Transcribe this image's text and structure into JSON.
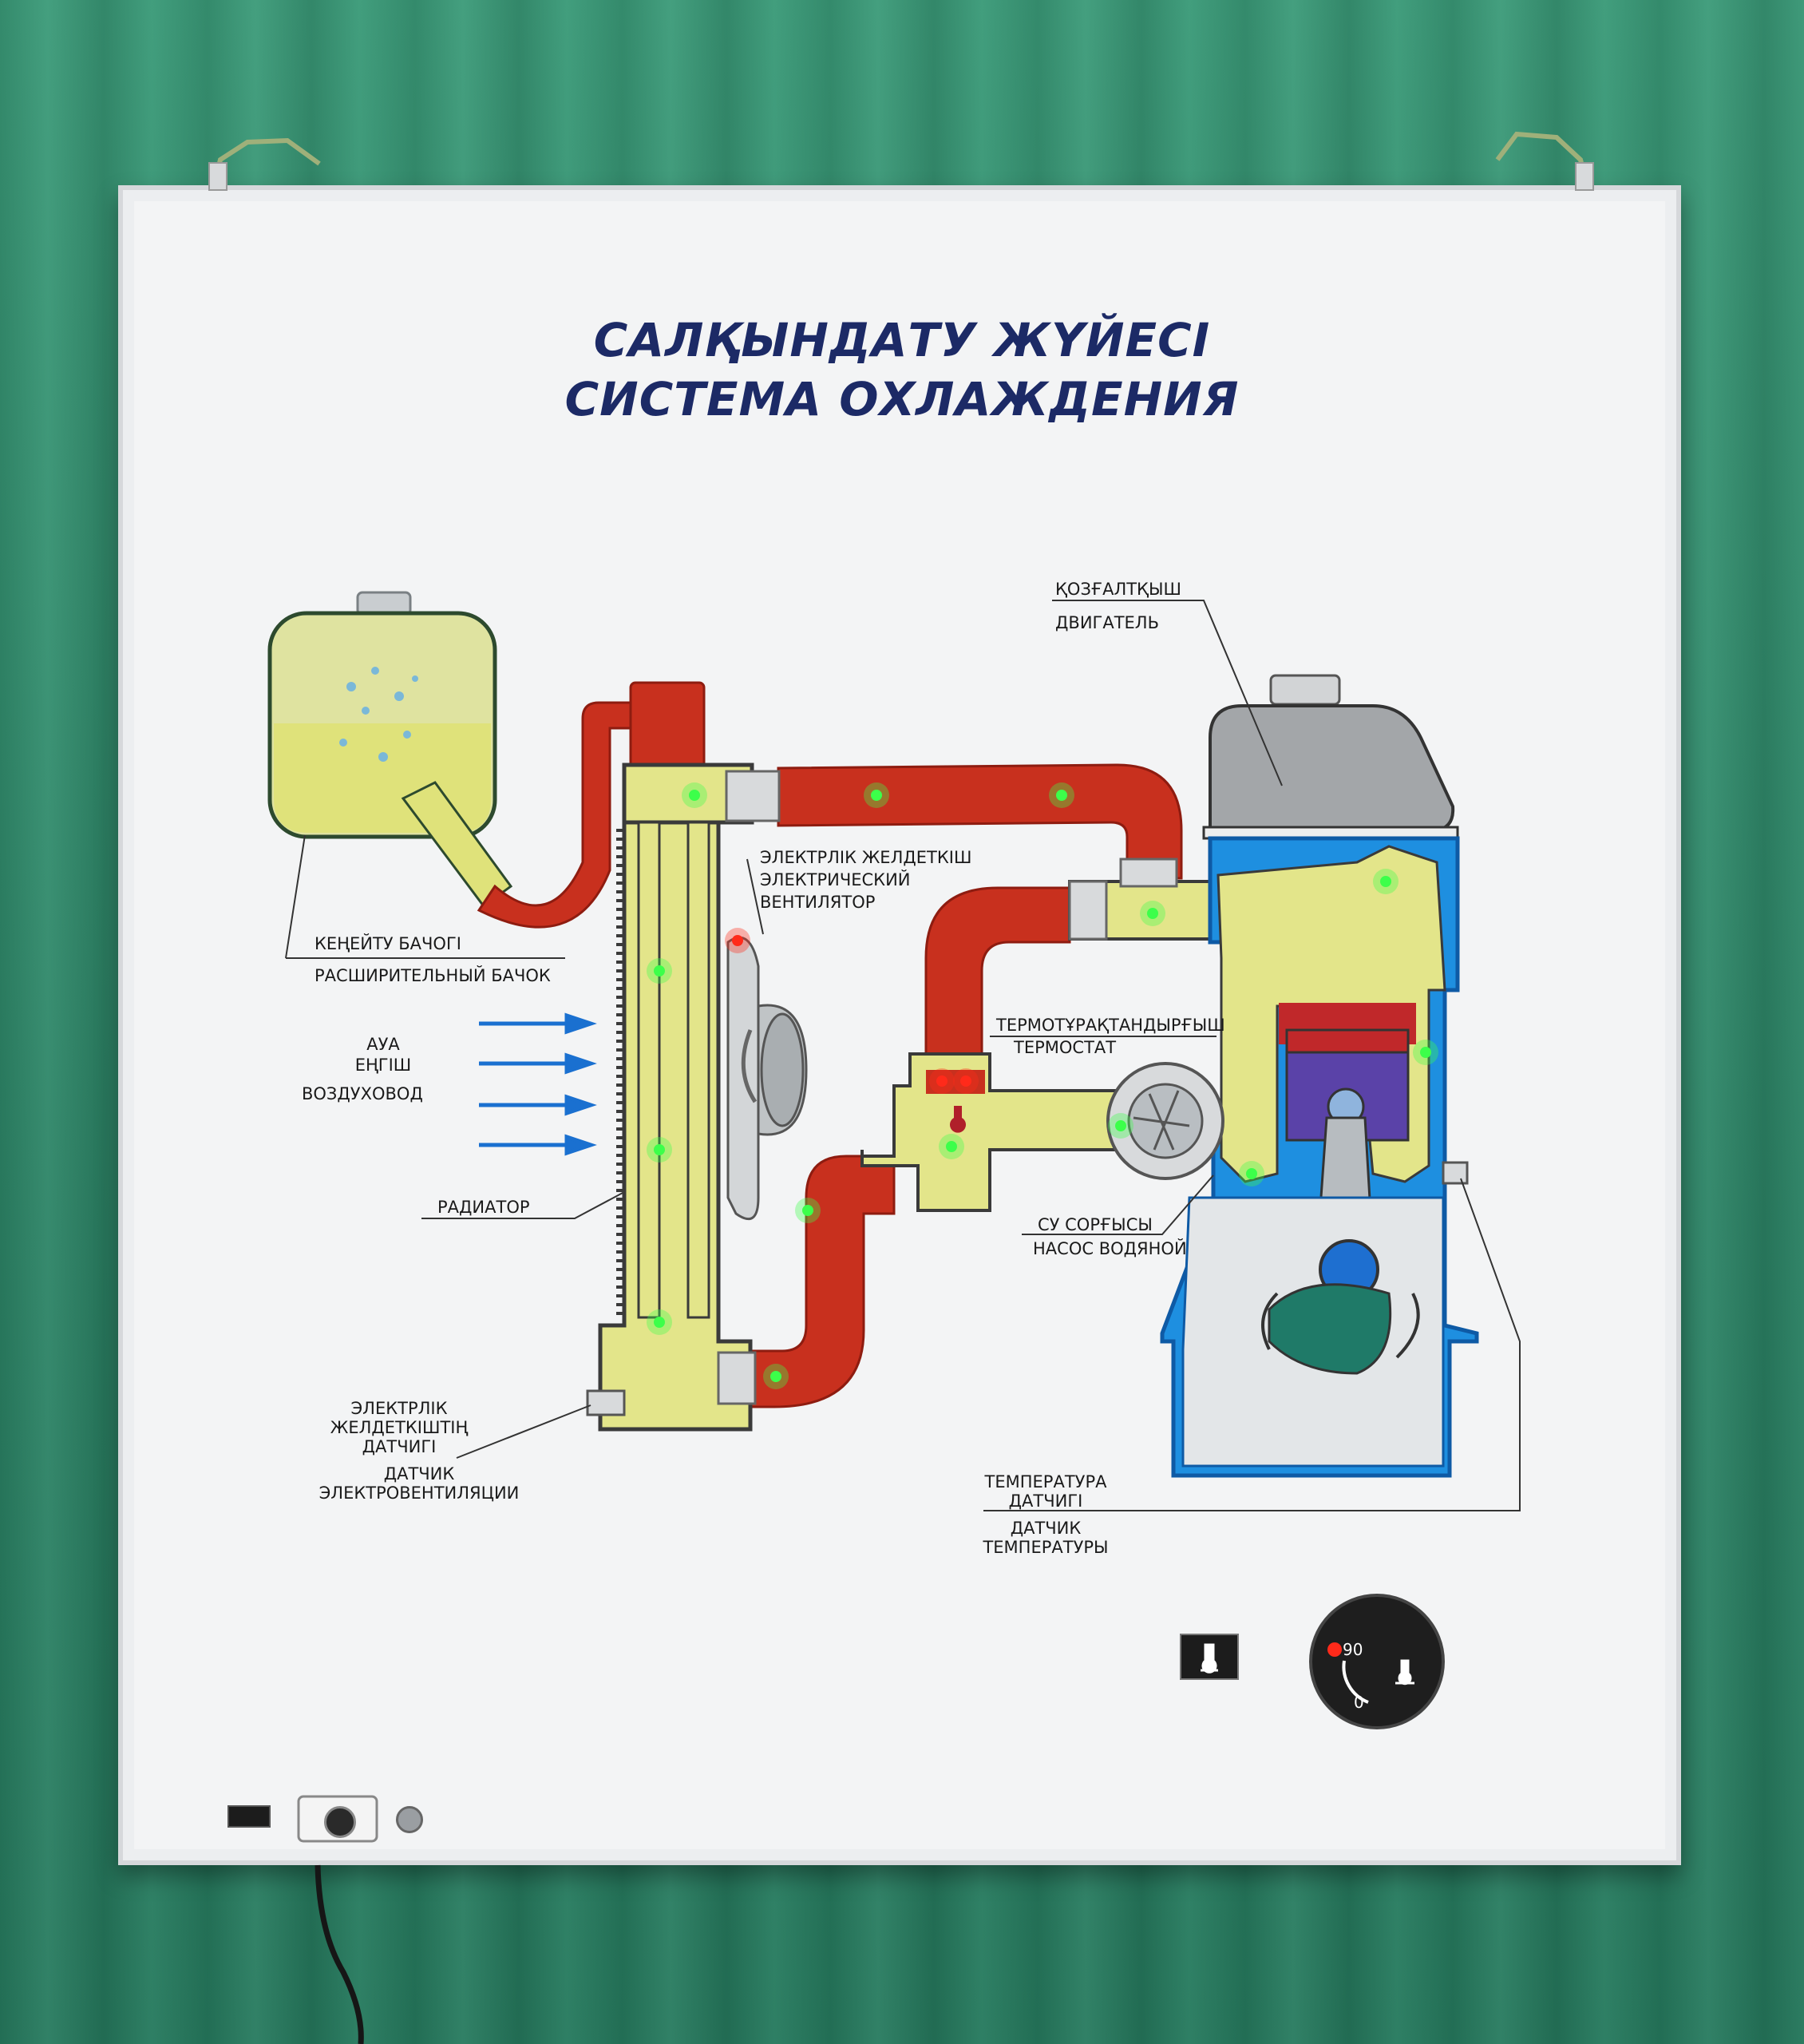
{
  "title": {
    "line1": "САЛҚЫНДАТУ ЖҮЙЕСІ",
    "line2": "СИСТЕМА  ОХЛАЖДЕНИЯ"
  },
  "labels": {
    "engine_kz": "ҚОЗҒАЛТҚЫШ",
    "engine_ru": "ДВИГАТЕЛЬ",
    "tank_kz": "КЕҢЕЙТУ БАЧОГІ",
    "tank_ru": "РАСШИРИТЕЛЬНЫЙ БАЧОК",
    "fan_kz": "ЭЛЕКТРЛІК ЖЕЛДЕТКІШ",
    "fan_ru_1": "ЭЛЕКТРИЧЕСКИЙ",
    "fan_ru_2": "ВЕНТИЛЯТОР",
    "air_kz_1": "АУА",
    "air_kz_2": "ЕҢГІШ",
    "air_ru": "ВОЗДУХОВОД",
    "radiator": "РАДИАТОР",
    "thermostat_kz": "ТЕРМОТҰРАҚТАНДЫРҒЫШ",
    "thermostat_ru": "ТЕРМОСТАТ",
    "pump_kz": "СУ СОРҒЫСЫ",
    "pump_ru": "НАСОС ВОДЯНОЙ",
    "fan_sensor_kz_1": "ЭЛЕКТРЛІК",
    "fan_sensor_kz_2": "ЖЕЛДЕТКІШТІҢ",
    "fan_sensor_kz_3": "ДАТЧИГІ",
    "fan_sensor_ru_1": "ДАТЧИК",
    "fan_sensor_ru_2": "ЭЛЕКТРОВЕНТИЛЯЦИИ",
    "temp_sensor_kz_1": "ТЕМПЕРАТУРА",
    "temp_sensor_kz_2": "ДАТЧИГІ",
    "temp_sensor_ru_1": "ДАТЧИК",
    "temp_sensor_ru_2": "ТЕМПЕРАТУРЫ"
  },
  "gauge": {
    "max_label": "90",
    "min_label": "0"
  },
  "colors": {
    "title": "#1c2a66",
    "coolant_hot": "#c8301e",
    "coolant_cool": "#e3e58a",
    "engine_block": "#1e8fe0",
    "indicator_green": "#3cff4a",
    "indicator_red": "#ff2a1a"
  },
  "icons": [
    "temperature-sensor-icon",
    "airflow-arrow-icon",
    "fan-icon",
    "water-pump-impeller-icon"
  ]
}
